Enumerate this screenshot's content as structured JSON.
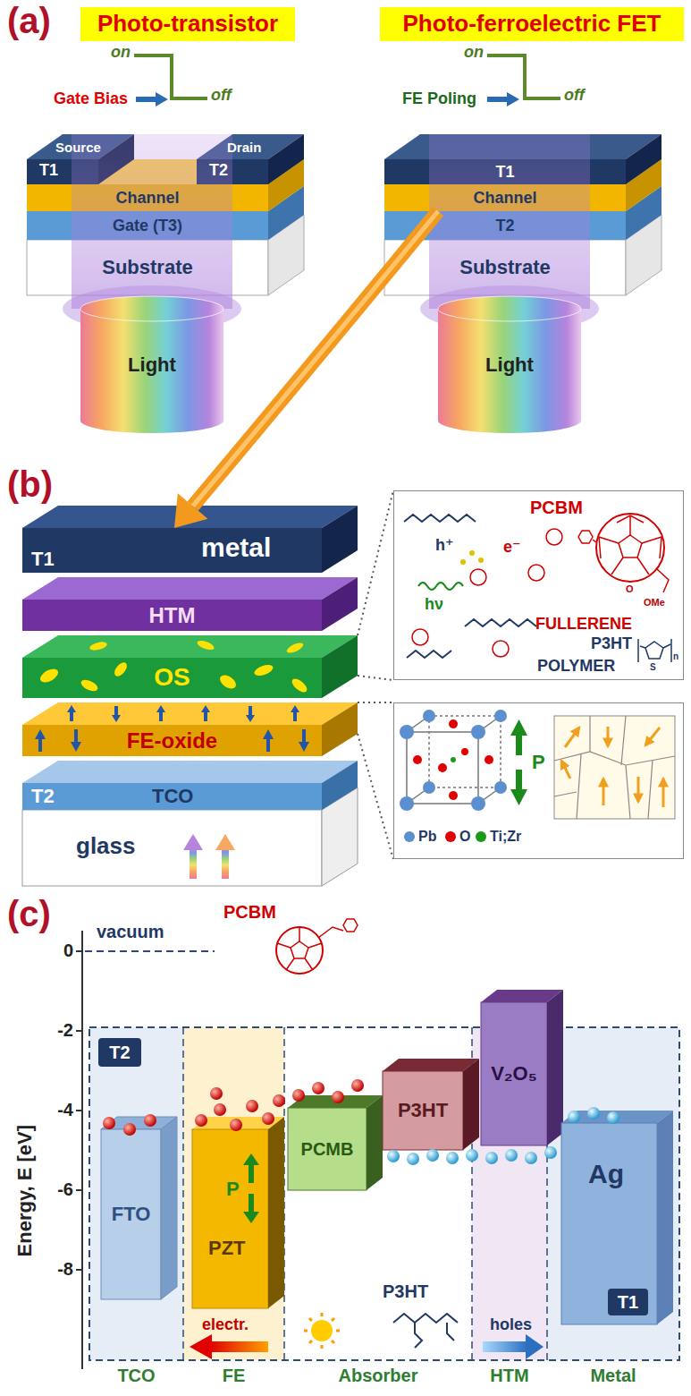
{
  "diagram": {
    "nodes": [
      {
        "text": [
          "Photo-transistor"
        ]
      },
      {
        "text": [
          "Photo-ferroelectric FET"
        ]
      },
      {
        "text": [
          "Source",
          "T1"
        ]
      },
      {
        "text": [
          "Drain",
          "T2"
        ]
      },
      {
        "text": [
          "Channel"
        ]
      },
      {
        "text": [
          "Gate (T3)"
        ]
      },
      {
        "text": [
          "Substrate"
        ]
      },
      {
        "text": [
          "Light"
        ]
      },
      {
        "text": [
          "T1"
        ]
      },
      {
        "text": [
          "Channel"
        ]
      },
      {
        "text": [
          "T2"
        ]
      },
      {
        "text": [
          "Substrate"
        ]
      },
      {
        "text": [
          "Light"
        ]
      },
      {
        "text": [
          "metal",
          "T1"
        ]
      },
      {
        "text": [
          "HTM"
        ]
      },
      {
        "text": [
          "OS"
        ]
      },
      {
        "text": [
          "FE-oxide"
        ]
      },
      {
        "text": [
          "TCO",
          "T2"
        ]
      },
      {
        "text": [
          "glass"
        ]
      },
      {
        "text": [
          "PCBM",
          "FULLERENE",
          "h⁺",
          "e⁻",
          "hν",
          "P3HT",
          "POLYMER"
        ]
      },
      {
        "text": [
          "P"
        ]
      },
      {
        "text": [
          "T2"
        ]
      },
      {
        "text": [
          "FTO"
        ]
      },
      {
        "text": [
          "PZT",
          "P"
        ]
      },
      {
        "text": [
          "PCMB"
        ]
      },
      {
        "text": [
          "P3HT"
        ]
      },
      {
        "text": [
          "V₂O₅"
        ]
      },
      {
        "text": [
          "Ag"
        ]
      },
      {
        "text": [
          "T1"
        ],
        "in": 27
      }
    ],
    "edges": [
      {
        "from": 9,
        "to": 13,
        "arrow": "to"
      },
      {
        "from": 15,
        "to": 19,
        "arrow": "none"
      },
      {
        "from": 16,
        "to": 20,
        "arrow": "none"
      }
    ],
    "labels": [
      "(a)",
      "on",
      "off",
      "Gate Bias",
      "on",
      "off",
      "FE Poling",
      "(b)",
      "O",
      "OMe",
      "S",
      "n",
      "(c)",
      "vacuum",
      "0",
      "-2",
      "-4",
      "-6",
      "-8",
      "Energy, E [eV]",
      "PCBM",
      "electr.",
      "holes",
      "P3HT",
      "TCO",
      "FE",
      "Absorber",
      "HTM",
      "Metal"
    ],
    "legend": [
      {
        "text": "Pb",
        "color": "#5b8fd0"
      },
      {
        "text": "O",
        "color": "#e00000"
      },
      {
        "text": "Ti;Zr",
        "color": "#1a9a1a"
      }
    ]
  }
}
